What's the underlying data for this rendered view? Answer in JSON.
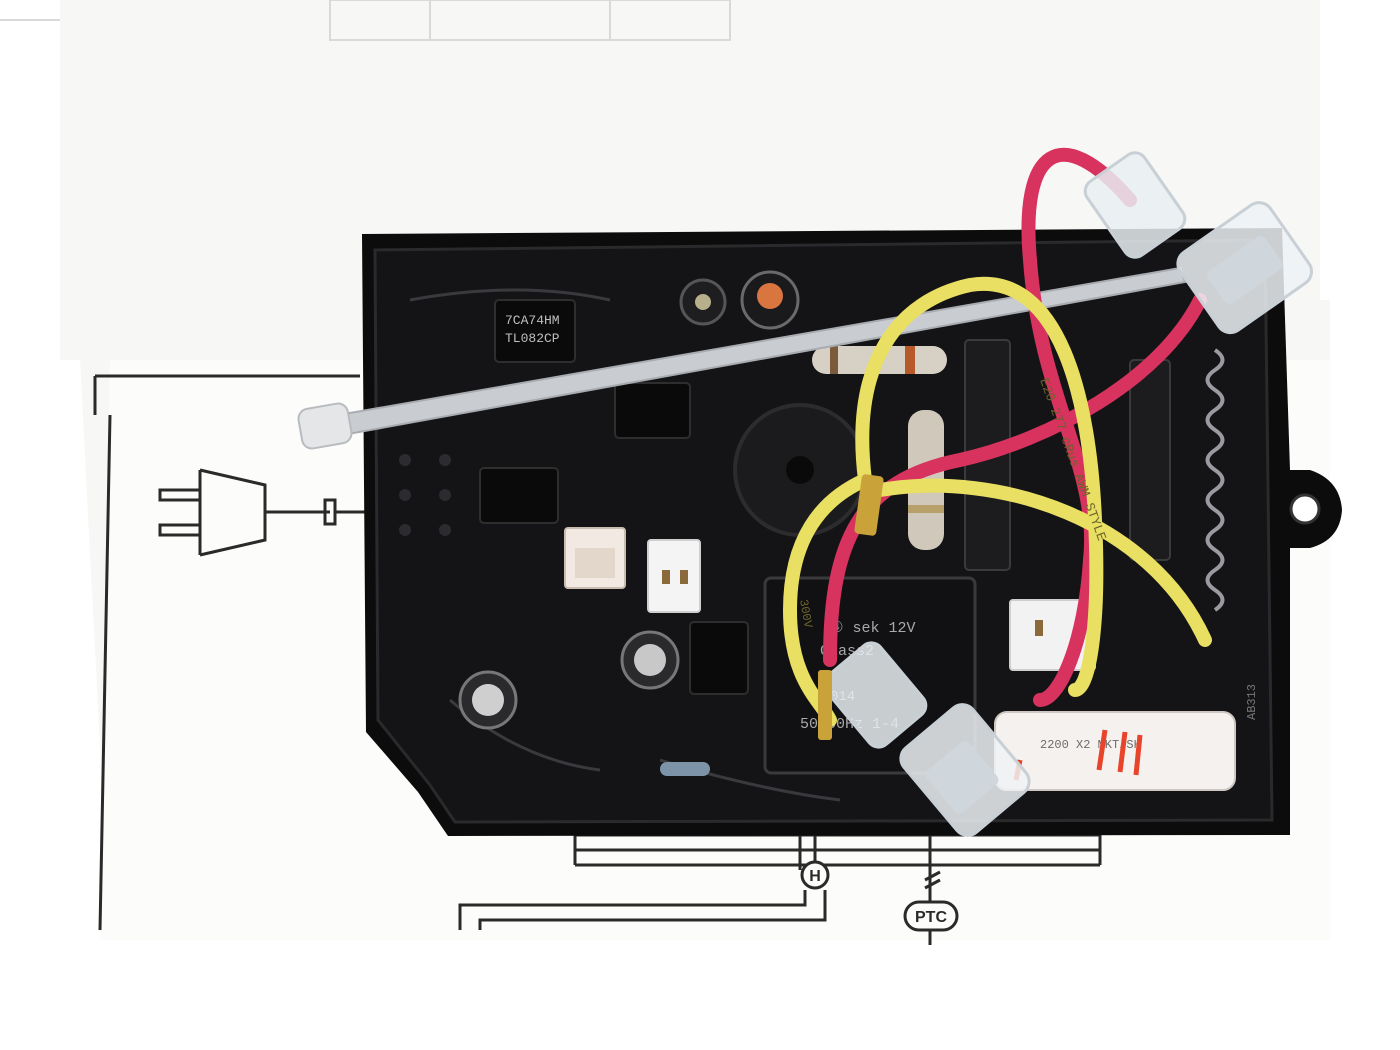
{
  "photo": {
    "colors": {
      "background": "#ffffff",
      "paper": "#fbfbfa",
      "board": "#0b0b0c",
      "wire_red": "#d8325f",
      "wire_yellow": "#e9df62",
      "tie": "#c9cdd2"
    }
  },
  "schematic": {
    "label_h": "H",
    "label_ptc": "PTC"
  },
  "board": {
    "ic1_line1": "7CA74HM",
    "ic1_line2": "TL082CP",
    "transformer_class": "Class2",
    "transformer_sek": "④ sek  12V",
    "transformer_freq": "50-60Hz 1-4",
    "transformer_code": "014",
    "wire_print_1": "E20 277 cRus AWM STYLE",
    "wire_print_2": "300V",
    "capacitor_text": "2200 X2 MKT/SH",
    "edge_text": "AB313"
  }
}
